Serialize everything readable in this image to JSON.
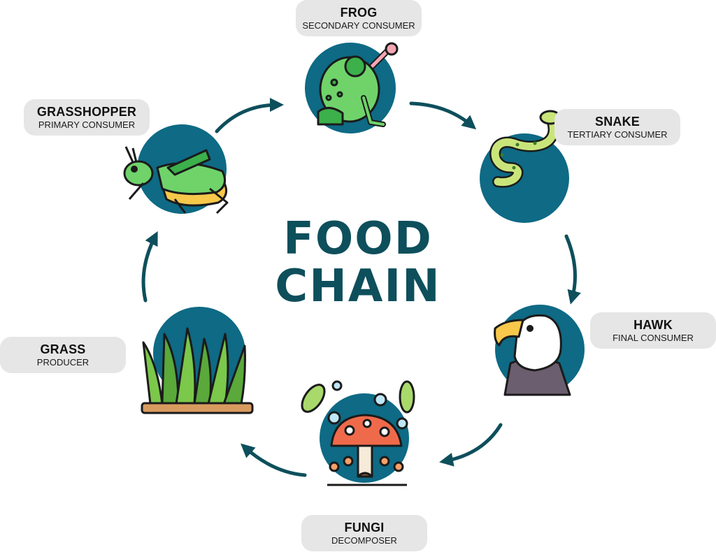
{
  "title": {
    "line1": "FOOD",
    "line2": "CHAIN"
  },
  "colors": {
    "circle": "#0e6a85",
    "arrow": "#0e4f5c",
    "title": "#0e4f5c",
    "label_bg": "#e6e6e6"
  },
  "nodes": [
    {
      "id": "frog",
      "name": "FROG",
      "role": "SECONDARY CONSUMER",
      "icon": "frog-icon"
    },
    {
      "id": "snake",
      "name": "SNAKE",
      "role": "TERTIARY CONSUMER",
      "icon": "snake-icon"
    },
    {
      "id": "hawk",
      "name": "HAWK",
      "role": "FINAL CONSUMER",
      "icon": "hawk-icon"
    },
    {
      "id": "fungi",
      "name": "FUNGI",
      "role": "DECOMPOSER",
      "icon": "mushroom-icon"
    },
    {
      "id": "grass",
      "name": "GRASS",
      "role": "PRODUCER",
      "icon": "grass-icon"
    },
    {
      "id": "grasshopper",
      "name": "GRASSHOPPER",
      "role": "PRIMARY CONSUMER",
      "icon": "grasshopper-icon"
    }
  ],
  "edges": [
    {
      "from": "grasshopper",
      "to": "frog"
    },
    {
      "from": "frog",
      "to": "snake"
    },
    {
      "from": "snake",
      "to": "hawk"
    },
    {
      "from": "hawk",
      "to": "fungi"
    },
    {
      "from": "fungi",
      "to": "grass"
    },
    {
      "from": "grass",
      "to": "grasshopper"
    }
  ]
}
